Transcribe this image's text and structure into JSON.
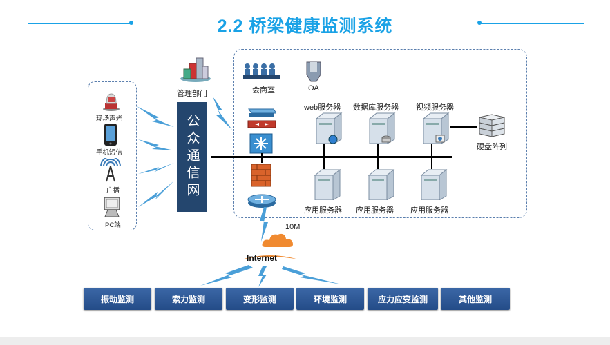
{
  "title": "2.2 桥梁健康监测系统",
  "left_devices": [
    {
      "icon": "alarm-light-icon",
      "label": "现场声光"
    },
    {
      "icon": "mobile-phone-icon",
      "label": "手机短信"
    },
    {
      "icon": "broadcast-antenna-icon",
      "label": "广播"
    },
    {
      "icon": "pc-icon",
      "label": "PC端"
    }
  ],
  "management": {
    "label": "管理部门"
  },
  "public_network": {
    "label": "公众通信网"
  },
  "meeting_room": {
    "label": "会商室"
  },
  "oa": {
    "label": "OA"
  },
  "servers_top": [
    {
      "label": "web服务器"
    },
    {
      "label": "数据库服务器"
    },
    {
      "label": "视频服务器"
    }
  ],
  "storage": {
    "label": "硬盘阵列"
  },
  "servers_bottom": [
    {
      "label": "应用服务器"
    },
    {
      "label": "应用服务器"
    },
    {
      "label": "应用服务器"
    }
  ],
  "bandwidth": "10M",
  "internet": {
    "label": "Internet"
  },
  "monitors": [
    {
      "label": "振动监测"
    },
    {
      "label": "索力监测"
    },
    {
      "label": "变形监测"
    },
    {
      "label": "环境监测"
    },
    {
      "label": "应力应变监测"
    },
    {
      "label": "其他监测"
    }
  ],
  "colors": {
    "title": "#1aa2e6",
    "dark_navy": "#24466e",
    "button": "#2f5a98",
    "lightning": "#4a9fd8"
  }
}
